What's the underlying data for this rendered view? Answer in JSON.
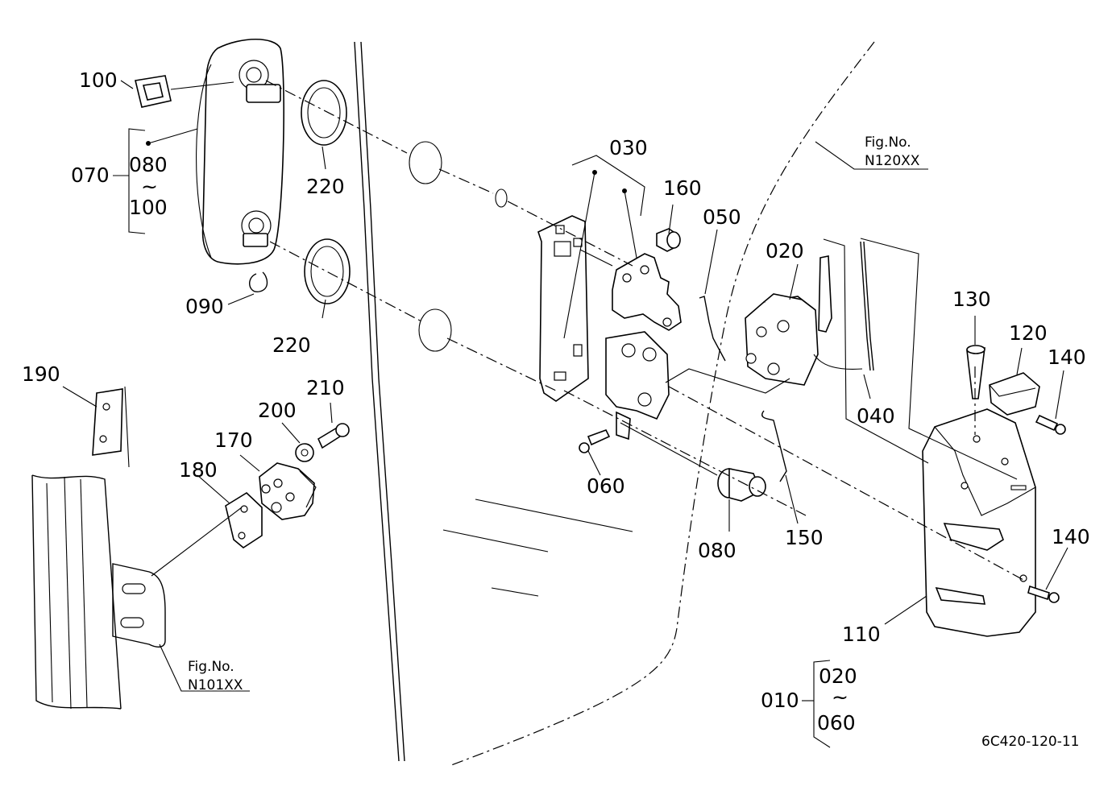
{
  "diagram_code": "6C420-120-11",
  "fig_refs": [
    {
      "id": "n120",
      "title": "Fig.No.",
      "code": "N120XX"
    },
    {
      "id": "n101",
      "title": "Fig.No.",
      "code": "N101XX"
    }
  ],
  "part_labels": {
    "p010": "010",
    "p020": "020",
    "p030": "030",
    "p040": "040",
    "p050": "050",
    "p060": "060",
    "p070": "070",
    "p080_a": "080",
    "p080_b": "080",
    "p090": "090",
    "p100_a": "100",
    "p100_b": "100",
    "p110": "110",
    "p120": "120",
    "p130": "130",
    "p140_a": "140",
    "p140_b": "140",
    "p150": "150",
    "p160": "160",
    "p170": "170",
    "p180": "180",
    "p190": "190",
    "p200": "200",
    "p210": "210",
    "p220_a": "220",
    "p220_b": "220",
    "p020_b": "020",
    "p060_b": "060"
  },
  "range_mark": "~"
}
